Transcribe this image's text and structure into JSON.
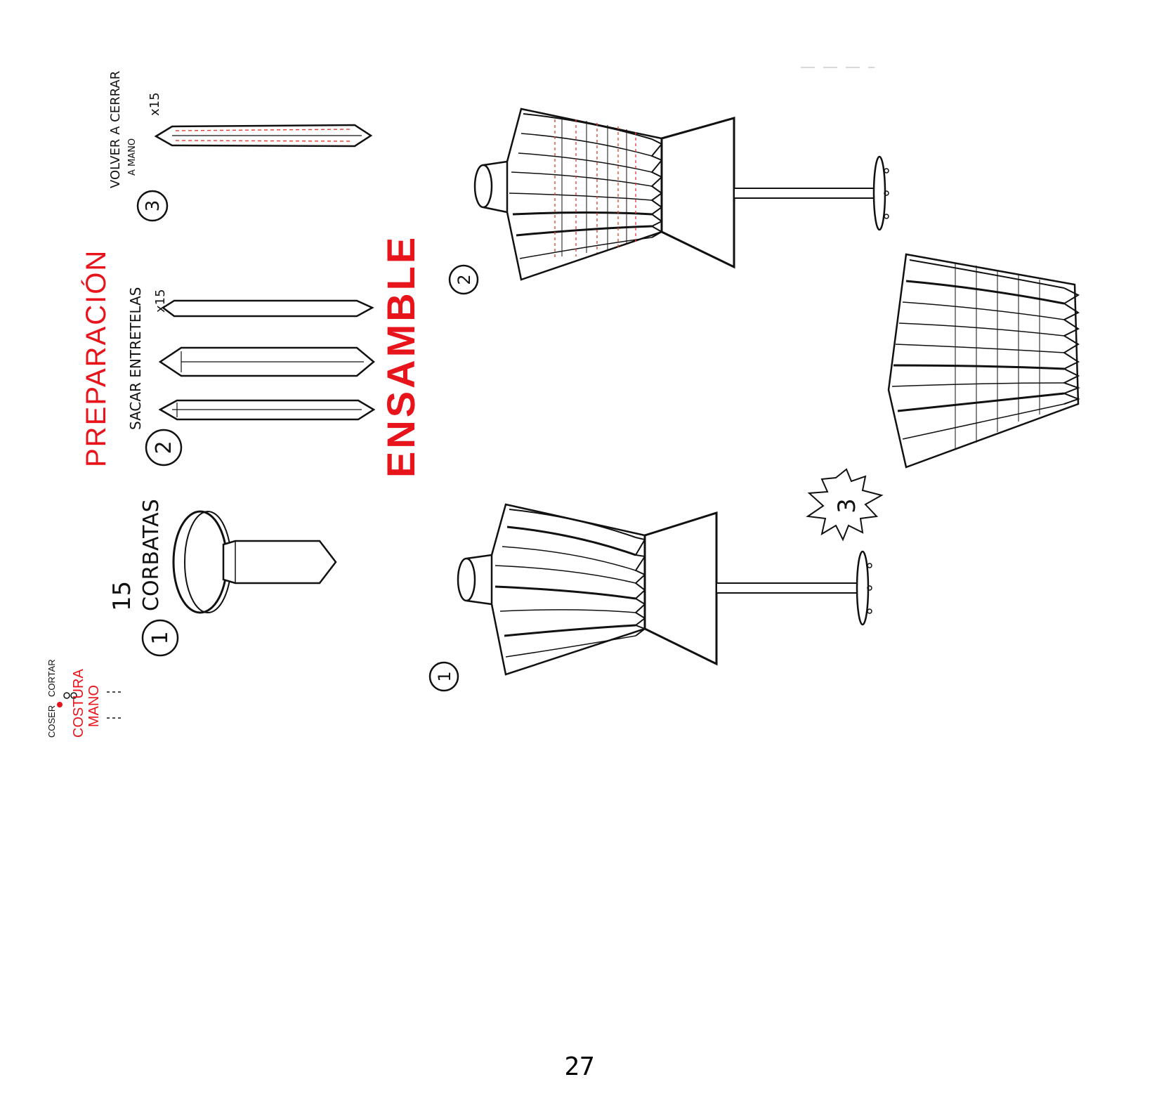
{
  "page": {
    "number": "27"
  },
  "colors": {
    "ink": "#111111",
    "accent": "#e8141b",
    "stitch": "#e23a2e"
  },
  "legend": {
    "coser": "COSER",
    "cortar": "CORTAR",
    "costura": "COSTURA",
    "mano": "MANO"
  },
  "headings": {
    "preparacion": "PREPARACIÓN",
    "ensamble": "ENSAMBLE"
  },
  "steps": {
    "step1": {
      "number": "1",
      "quantity": "15",
      "label": "CORBATAS"
    },
    "step2": {
      "number": "2",
      "label": "SACAR ENTRETELAS",
      "count": "x15"
    },
    "step3": {
      "number": "3",
      "label_line1": "VOLVER A CERRAR",
      "label_line2": "A MANO",
      "count": "x15"
    }
  },
  "assembly": {
    "step1": {
      "number": "1"
    },
    "step2": {
      "number": "2"
    },
    "step3": {
      "number": "3"
    }
  },
  "icons": [
    "tie-icon",
    "dress-form-icon",
    "skirt-icon",
    "burst-icon"
  ]
}
